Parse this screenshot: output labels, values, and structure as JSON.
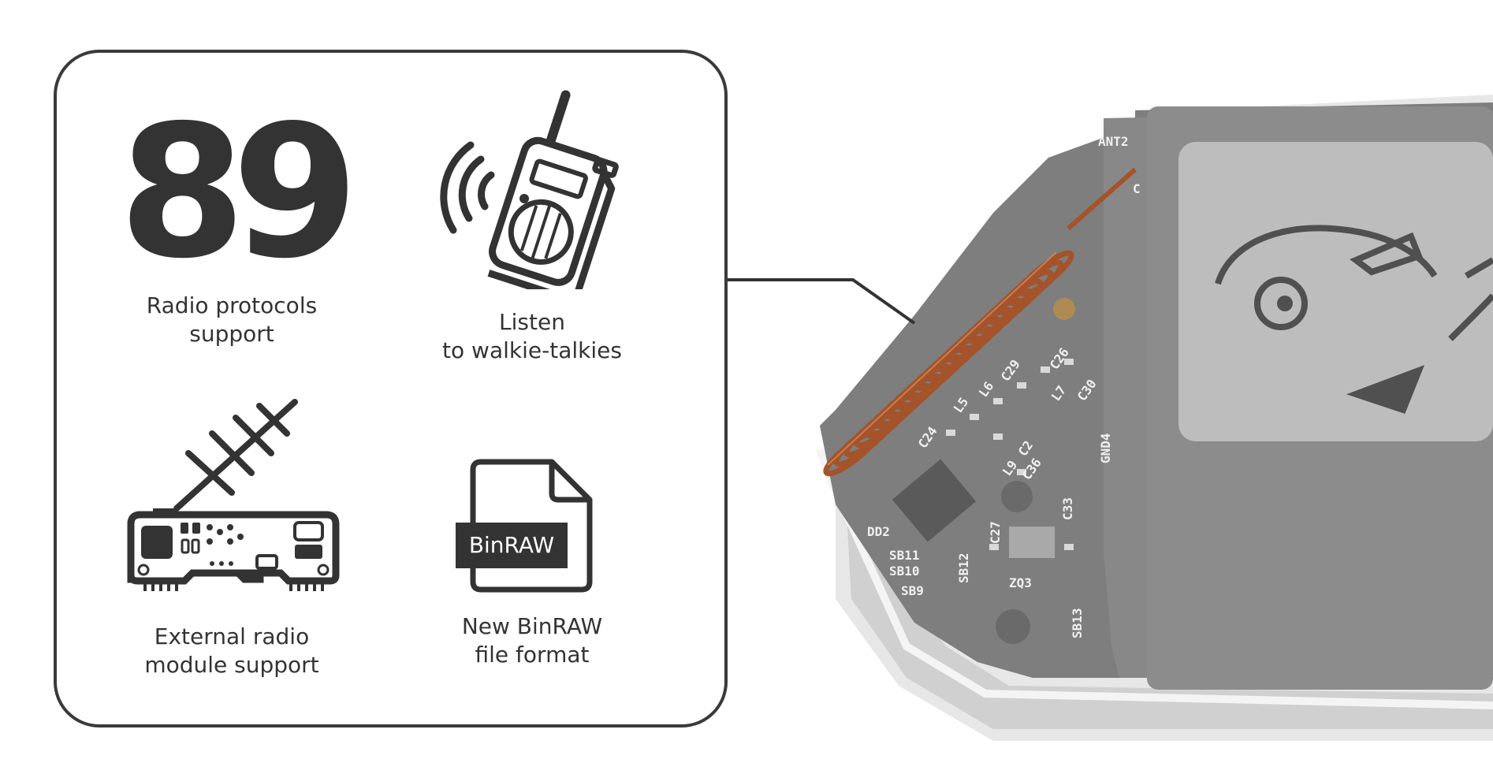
{
  "features": [
    {
      "id": "protocols",
      "icon": "number-89",
      "number": "89",
      "caption": [
        "Radio protocols",
        "support"
      ]
    },
    {
      "id": "walkie",
      "icon": "walkie-talkie-icon",
      "caption": [
        "Listen",
        "to walkie-talkies"
      ]
    },
    {
      "id": "external-module",
      "icon": "radio-module-icon",
      "caption": [
        "External radio",
        "module support"
      ]
    },
    {
      "id": "binraw",
      "icon": "binraw-file-icon",
      "file_label": "BinRAW",
      "caption": [
        "New BinRAW",
        "file format"
      ]
    }
  ],
  "device": {
    "icon": "flipper-board-illustration",
    "silkscreen": [
      "ANT2",
      "C24",
      "L5",
      "L6",
      "C29",
      "C26",
      "C30",
      "L7",
      "L9",
      "C36",
      "C27",
      "C33",
      "GND4",
      "SB11",
      "SB10",
      "SB9",
      "SB12",
      "ZQ3",
      "SB13",
      "DD2",
      "C2",
      "C"
    ]
  },
  "colors": {
    "ink": "#333333",
    "board": "#7d7d7d",
    "screen": "#bdbdbd",
    "copper": "#a4532a",
    "housing": "#e8e8e8"
  }
}
